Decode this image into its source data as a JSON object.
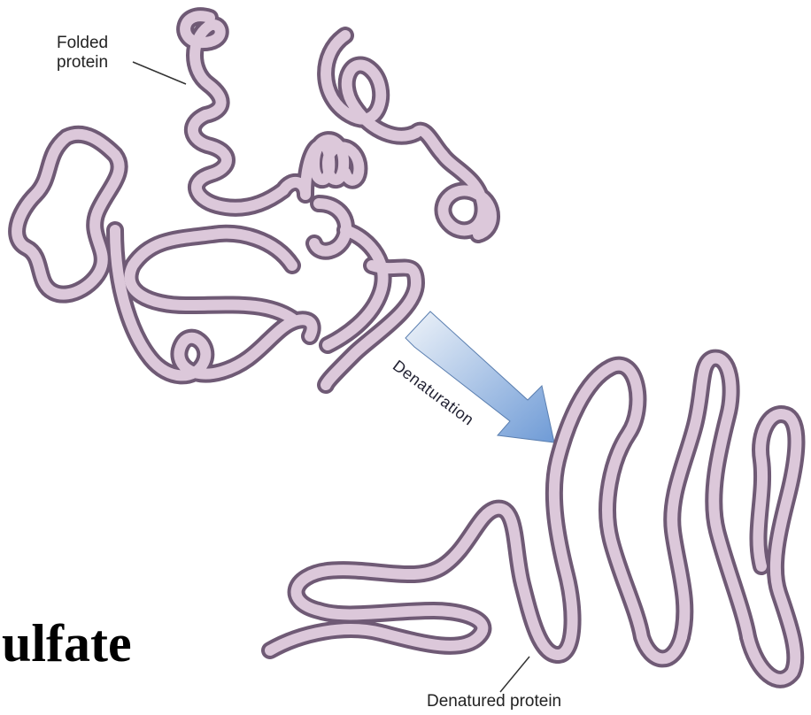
{
  "labels": {
    "folded": "Folded\nprotein",
    "denatured": "Denatured protein",
    "arrow": "Denaturation",
    "partial_word": "ulfate"
  },
  "colors": {
    "ribbon_fill": "#dcc8da",
    "ribbon_edge": "#6f5a75",
    "arrow_start": "#e4ecf5",
    "arrow_end": "#6f9bd6"
  }
}
